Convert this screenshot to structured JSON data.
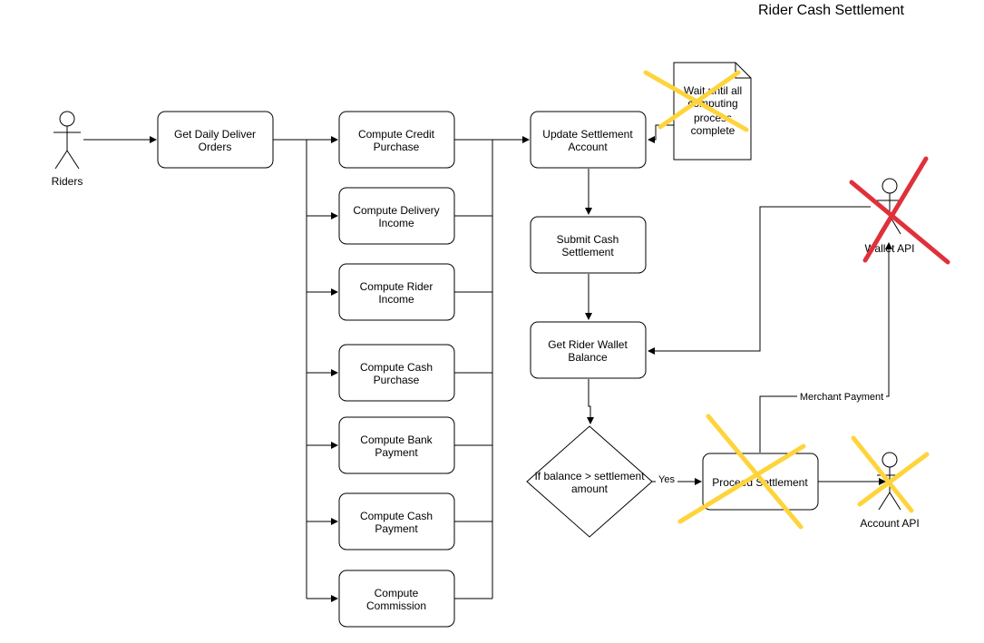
{
  "title": "Rider Cash Settlement",
  "actors": {
    "riders": "Riders",
    "wallet_api": "Wallet API",
    "account_api": "Account API"
  },
  "boxes": {
    "get_daily": [
      "Get Daily Deliver",
      "Orders"
    ],
    "credit_purchase": [
      "Compute Credit",
      "Purchase"
    ],
    "delivery_income": [
      "Compute Delivery",
      "Income"
    ],
    "rider_income": [
      "Compute Rider",
      "Income"
    ],
    "cash_purchase": [
      "Compute Cash",
      "Purchase"
    ],
    "bank_payment": [
      "Compute Bank",
      "Payment"
    ],
    "cash_payment": [
      "Compute Cash",
      "Payment"
    ],
    "commission": [
      "Compute",
      "Commission"
    ],
    "update_settlement": [
      "Update Settlement",
      "Account"
    ],
    "submit_cash": [
      "Submit Cash",
      "Settlement"
    ],
    "wallet_balance": [
      "Get Rider Wallet",
      "Balance"
    ],
    "proceed": [
      "Proceed Settlement"
    ]
  },
  "note": [
    "Wait until all",
    "computing",
    "process",
    "complete"
  ],
  "decision": [
    "If balance > settlement",
    "amount"
  ],
  "edges": {
    "yes": "Yes",
    "merchant_payment": "Merchant Payment"
  },
  "colors": {
    "stroke": "#000000",
    "cross_yellow": "#ffd43b",
    "cross_red": "#e0303a"
  }
}
